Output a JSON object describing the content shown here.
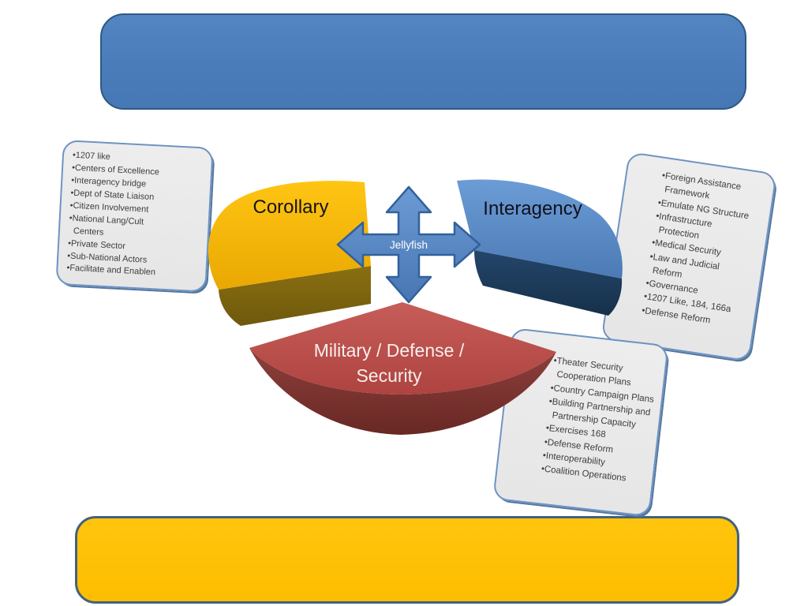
{
  "banners": {
    "top": {
      "text": "",
      "fill": "#4C7EBB",
      "border": "#2E5984"
    },
    "bottom": {
      "text": "",
      "fill": "#FFC000",
      "border": "#44617E"
    }
  },
  "diagram": {
    "type": "exploded-3d-pie-with-quad-arrow",
    "center_label": "Jellyfish",
    "slices": [
      {
        "id": "corollary",
        "label": "Corollary",
        "top_color": "#F2B007",
        "side_color": "#7D6410",
        "label_color": "#141414"
      },
      {
        "id": "interagency",
        "label": "Interagency",
        "top_color": "#5A8AC4",
        "side_color": "#1D3C5C",
        "label_color": "#10101C"
      },
      {
        "id": "military",
        "label": "Military / Defense / Security",
        "top_color": "#C05450",
        "side_color": "#77302C",
        "label_color": "#F7EFEC"
      }
    ],
    "arrow": {
      "fill": "#4E80BF",
      "border": "#32619B",
      "label_color": "#FFFFFF"
    }
  },
  "callouts": {
    "corollary": {
      "items": [
        "1207 like",
        "Centers of Excellence",
        "Interagency bridge",
        "Dept of State Liaison",
        "Citizen Involvement",
        "National Lang/Cult Centers",
        "Private Sector",
        "Sub-National Actors",
        "Facilitate and Enablen"
      ]
    },
    "interagency": {
      "items": [
        "Foreign Assistance Framework",
        "Emulate NG Structure",
        "Infrastructure Protection",
        "Medical Security",
        "Law and Judicial Reform",
        "Governance",
        "1207 Like, 184, 166a",
        "Defense Reform"
      ]
    },
    "military": {
      "items": [
        "Theater Security Cooperation Plans",
        "Country Campaign Plans",
        "Building Partnership and Partnership Capacity",
        "Exercises 168",
        "Defense Reform",
        "Interoperability",
        "Coalition Operations"
      ]
    }
  },
  "style": {
    "callout_fill": "#E9E9E9",
    "callout_border": "#6E93C3",
    "callout_text": "#3D3D3D",
    "background": "#FFFFFF"
  }
}
